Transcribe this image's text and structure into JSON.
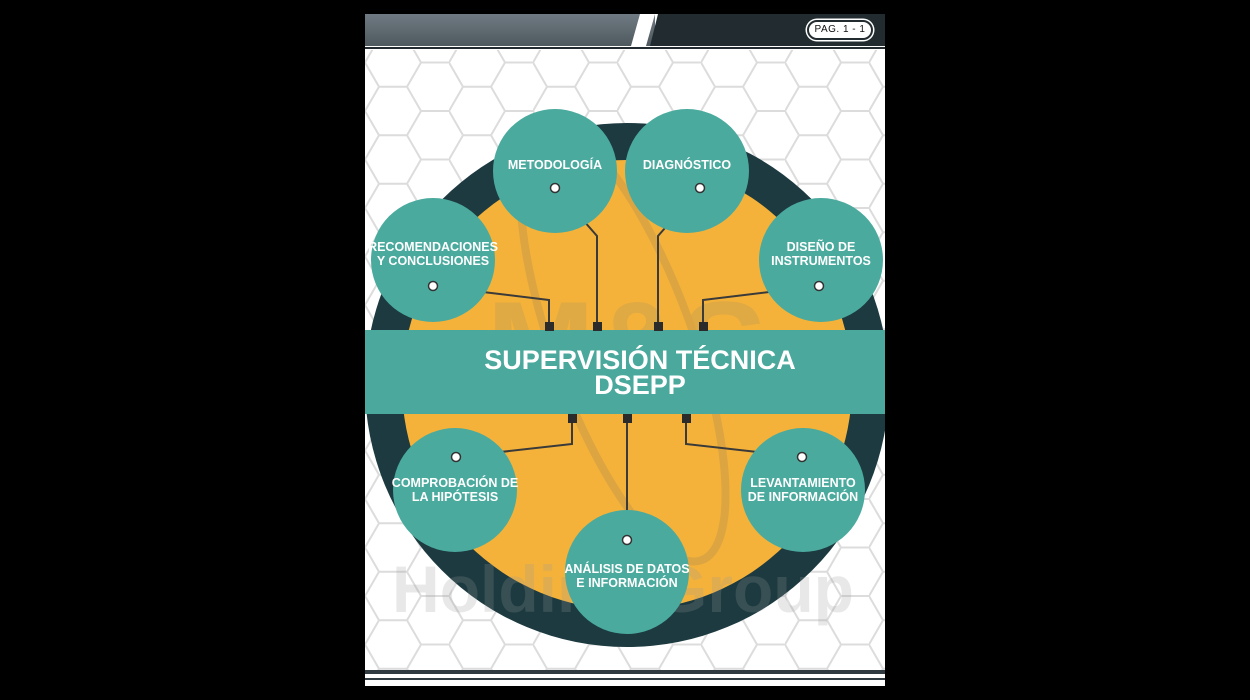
{
  "header": {
    "page_label": "PAG. 1 - 1"
  },
  "watermark": {
    "letters": "M&S",
    "reg": "®",
    "tagline": "Holding Group"
  },
  "center": {
    "line1": "SUPERVISIÓN TÉCNICA",
    "line2": "DSEPP"
  },
  "nodes": [
    {
      "lines": [
        "METODOLOGÍA"
      ]
    },
    {
      "lines": [
        "DIAGNÓSTICO"
      ]
    },
    {
      "lines": [
        "RECOMENDACIONES",
        "Y CONCLUSIONES"
      ]
    },
    {
      "lines": [
        "DISEÑO DE",
        "INSTRUMENTOS"
      ]
    },
    {
      "lines": [
        "COMPROBACIÓN DE",
        "LA HIPÓTESIS"
      ]
    },
    {
      "lines": [
        "LEVANTAMIENTO",
        "DE INFORMACIÓN"
      ]
    },
    {
      "lines": [
        "ANÁLISIS DE DATOS",
        "E INFORMACIÓN"
      ]
    }
  ],
  "colors": {
    "ring": "#1c3a40",
    "disk": "#f4b23a",
    "node": "#4aaa9e",
    "band": "#4aa89c",
    "connector": "#3a3a3a",
    "hex": "#dcdcdc"
  }
}
